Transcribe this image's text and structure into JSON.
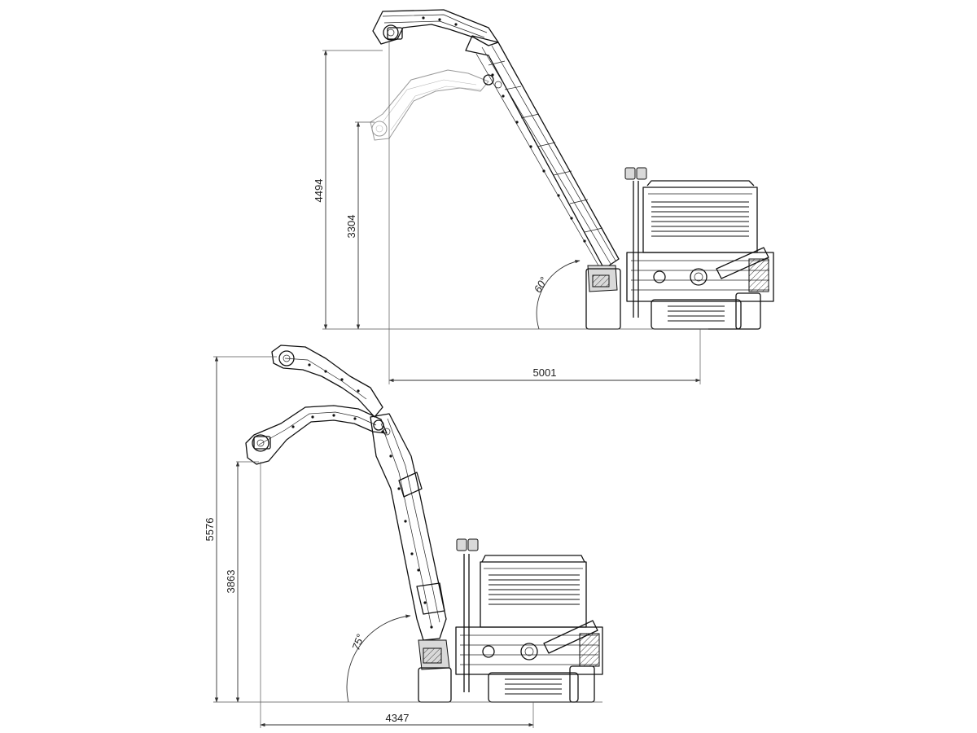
{
  "figure": {
    "views": [
      {
        "id": "top-view",
        "dimensions": {
          "total_height": "4494",
          "lower_height": "3304",
          "horizontal_reach": "5001"
        },
        "angle": "60°"
      },
      {
        "id": "bottom-view",
        "dimensions": {
          "total_height": "5576",
          "lower_height": "3863",
          "horizontal_reach": "4347"
        },
        "angle": "75°"
      }
    ]
  }
}
